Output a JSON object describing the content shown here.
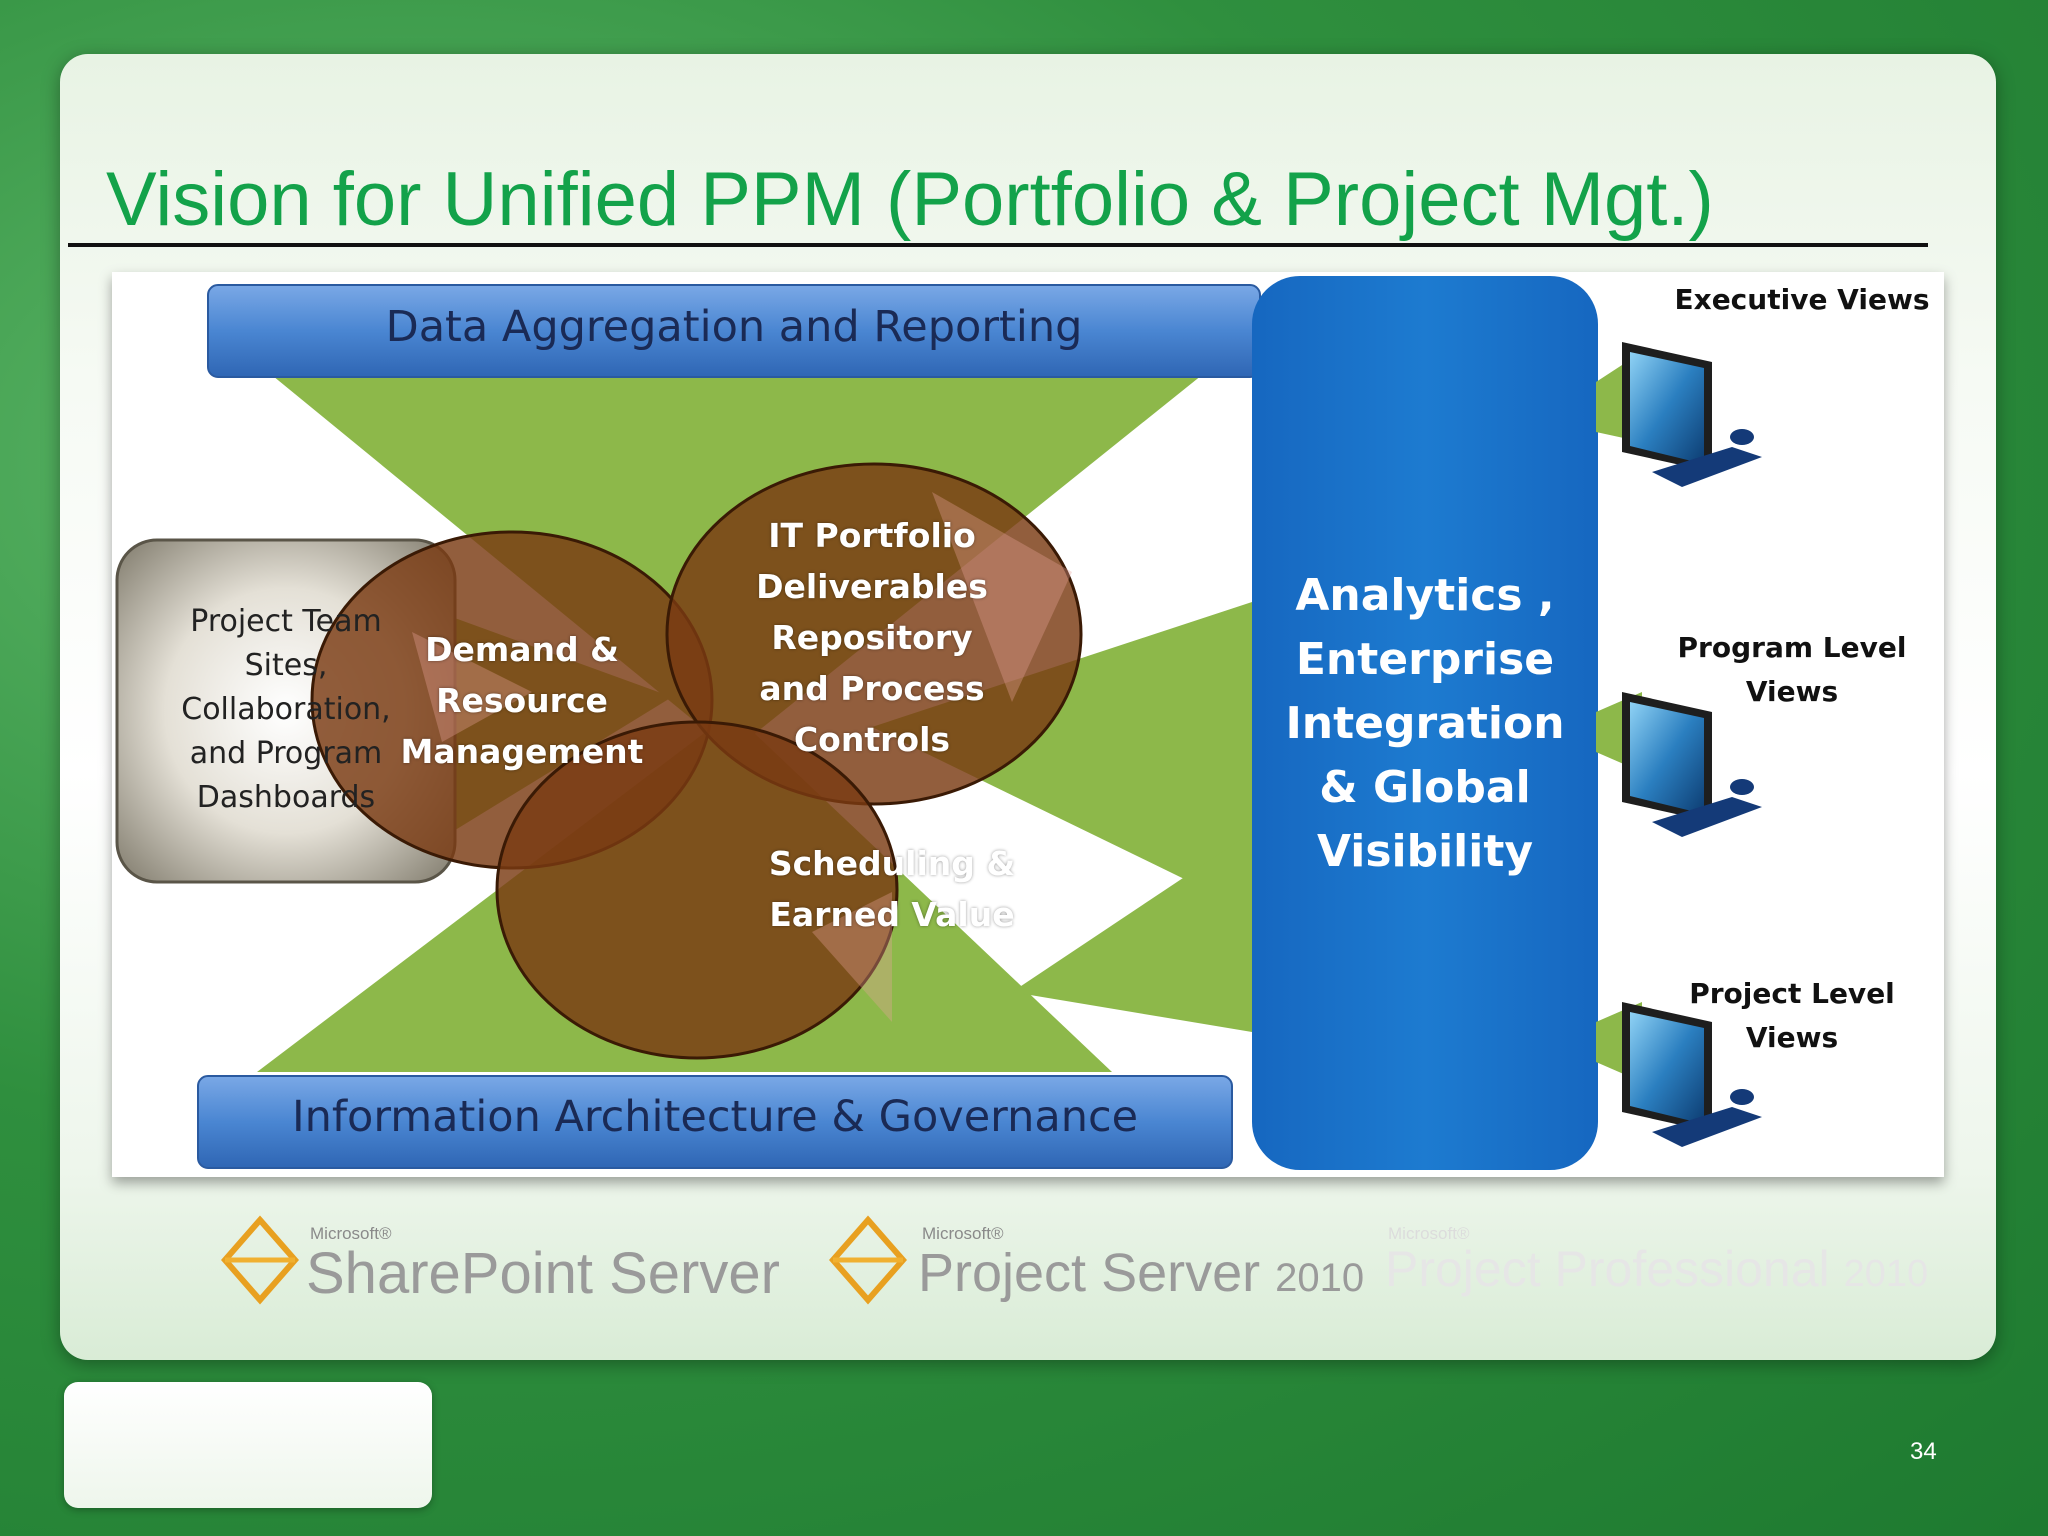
{
  "slide": {
    "title": "Vision for Unified PPM (Portfolio & Project Mgt.)",
    "page_number": "34"
  },
  "diagram": {
    "top_bar": "Data Aggregation and Reporting",
    "bottom_bar": "Information Architecture & Governance",
    "left_box": [
      "Project Team",
      "Sites,",
      "Collaboration,",
      "and Program",
      "Dashboards"
    ],
    "circle_demand": [
      "Demand &",
      "Resource",
      "Management"
    ],
    "circle_it": [
      "IT Portfolio",
      "Deliverables",
      "Repository",
      "and Process",
      "Controls"
    ],
    "circle_scheduling": [
      "Scheduling &",
      "Earned Value"
    ],
    "analytics": [
      "Analytics ,",
      "Enterprise",
      "Integration",
      "& Global",
      "Visibility"
    ],
    "views": {
      "executive": [
        "Executive Views"
      ],
      "program": [
        "Program Level",
        "Views"
      ],
      "project": [
        "Project Level",
        "Views"
      ]
    },
    "colors": {
      "green": "#8db84a",
      "blue_bar": "#3f78c4",
      "analytics_blue": "#1a73c6",
      "circle": "#7a3b12"
    }
  },
  "logos": {
    "sharepoint_ms": "Microsoft®",
    "sharepoint": "SharePoint Server",
    "project_server_ms": "Microsoft®",
    "project_server": "Project Server",
    "project_server_year": "2010",
    "project_pro_ms": "Microsoft®",
    "project_pro": "Project Professional",
    "project_pro_year": "2010"
  }
}
